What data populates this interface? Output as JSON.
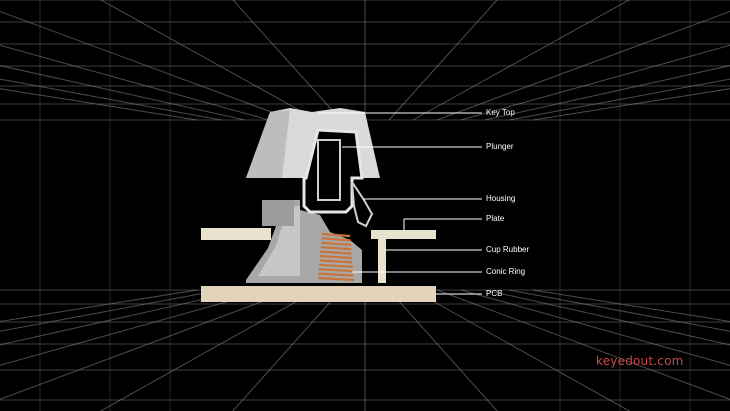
{
  "labels": {
    "key_top": "Key Top",
    "plunger": "Plunger",
    "housing": "Housing",
    "plate": "Plate",
    "cup_rubber": "Cup Rubber",
    "conic_ring": "Conic Ring",
    "pcb": "PCB"
  },
  "watermark": "keyedout.com",
  "colors": {
    "background": "#000000",
    "grid": "#8a8a8a",
    "key_top": "#d9d9d9",
    "key_shadow": "#9e9e9e",
    "plunger_body": "#000000",
    "housing": "#a8a8a8",
    "plate": "#e8e3cf",
    "pcb": "#e3d3ba",
    "spring": "#c8743a",
    "leader_line": "#ffffff",
    "watermark": "#c94a4a"
  }
}
